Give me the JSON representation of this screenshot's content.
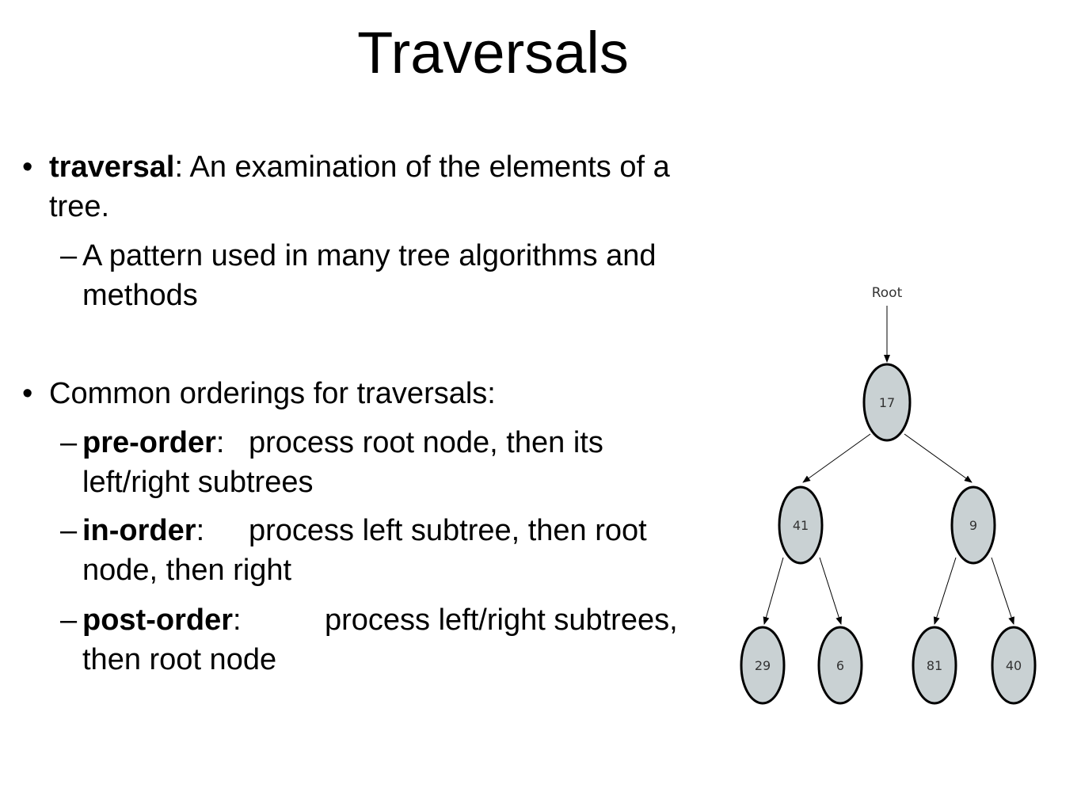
{
  "slide": {
    "title": "Traversals"
  },
  "bullets": {
    "b1_term": "traversal",
    "b1_text": ": An examination of the elements of a",
    "b1_cont": "tree.",
    "b1_sub_dash": "–",
    "b1_sub1": "A pattern used in many tree algorithms and",
    "b1_sub1_cont": "methods",
    "b2_text": "Common orderings for traversals:",
    "pre_term": "pre-order",
    "pre_colon": ":",
    "pre_text": "process root node, then its",
    "pre_cont": "left/right subtrees",
    "in_term": "in-order",
    "in_colon": ":",
    "in_text": "process left subtree, then root",
    "in_cont": "node, then right",
    "post_term": "post-order",
    "post_colon": ":",
    "post_text": "process left/right subtrees,",
    "post_cont": "then root node",
    "bullet_glyph": "•",
    "dash_glyph": "–"
  },
  "tree": {
    "root_label": "Root",
    "nodes": {
      "n17": "17",
      "n41": "41",
      "n9": "9",
      "n29": "29",
      "n6": "6",
      "n81": "81",
      "n40": "40"
    },
    "colors": {
      "node_fill": "#c9d1d3",
      "node_stroke": "#000000"
    }
  }
}
